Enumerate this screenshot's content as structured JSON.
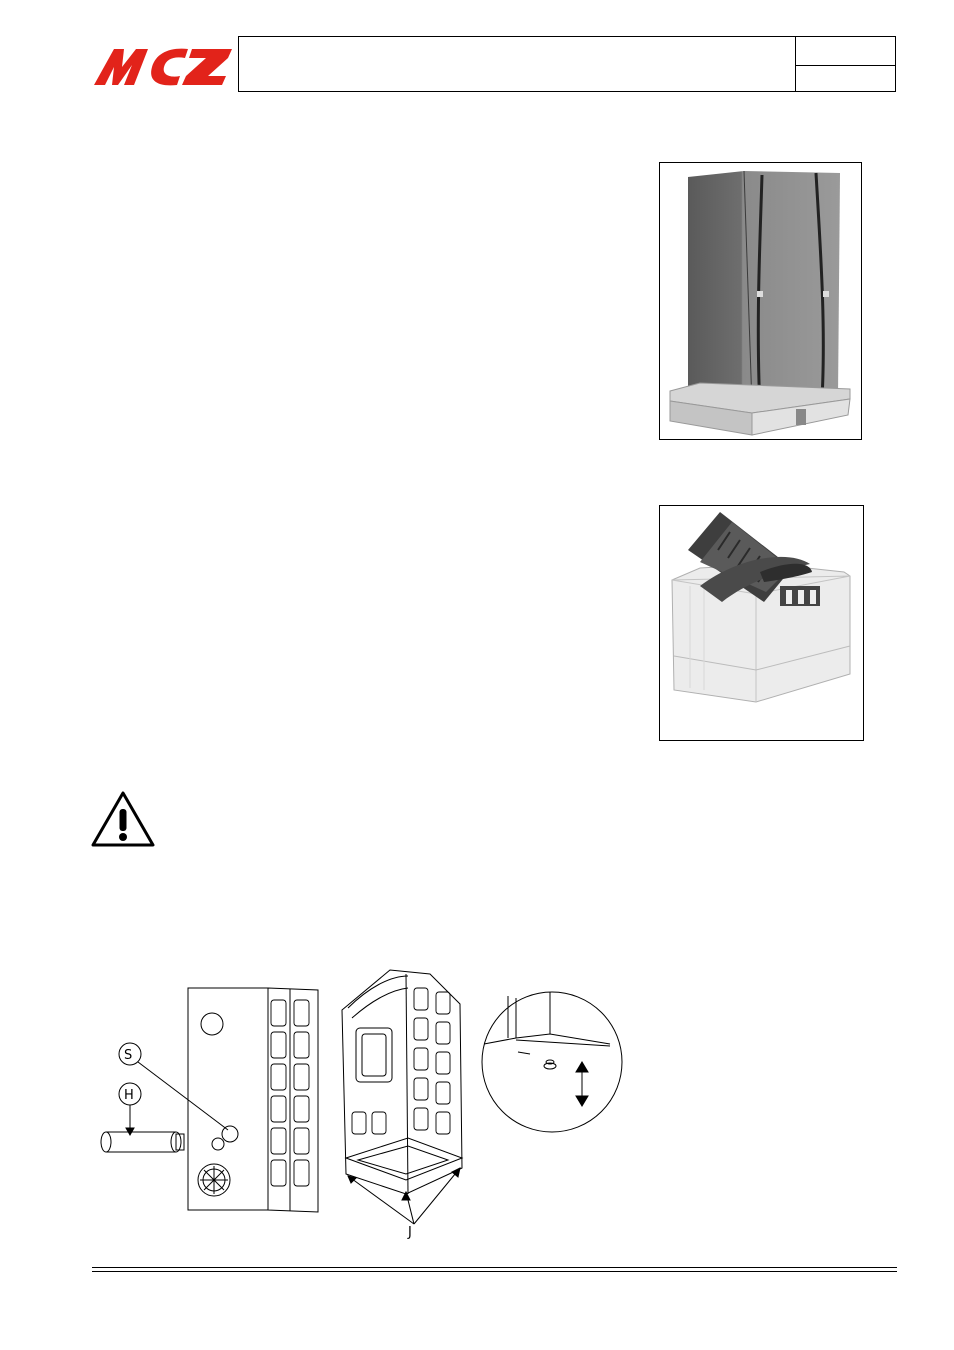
{
  "header": {
    "logo_text": "MCZ",
    "brand_color": "#e2231a"
  },
  "figures": {
    "pallet_photo": {
      "icon": "packed-stove-on-pallet"
    },
    "foam_photo": {
      "icon": "stove-parts-in-foam-packaging"
    },
    "warning": {
      "icon": "warning-triangle-icon"
    },
    "assembly_drawing": {
      "labels": {
        "s": "S",
        "h": "H",
        "j": "J"
      }
    }
  }
}
